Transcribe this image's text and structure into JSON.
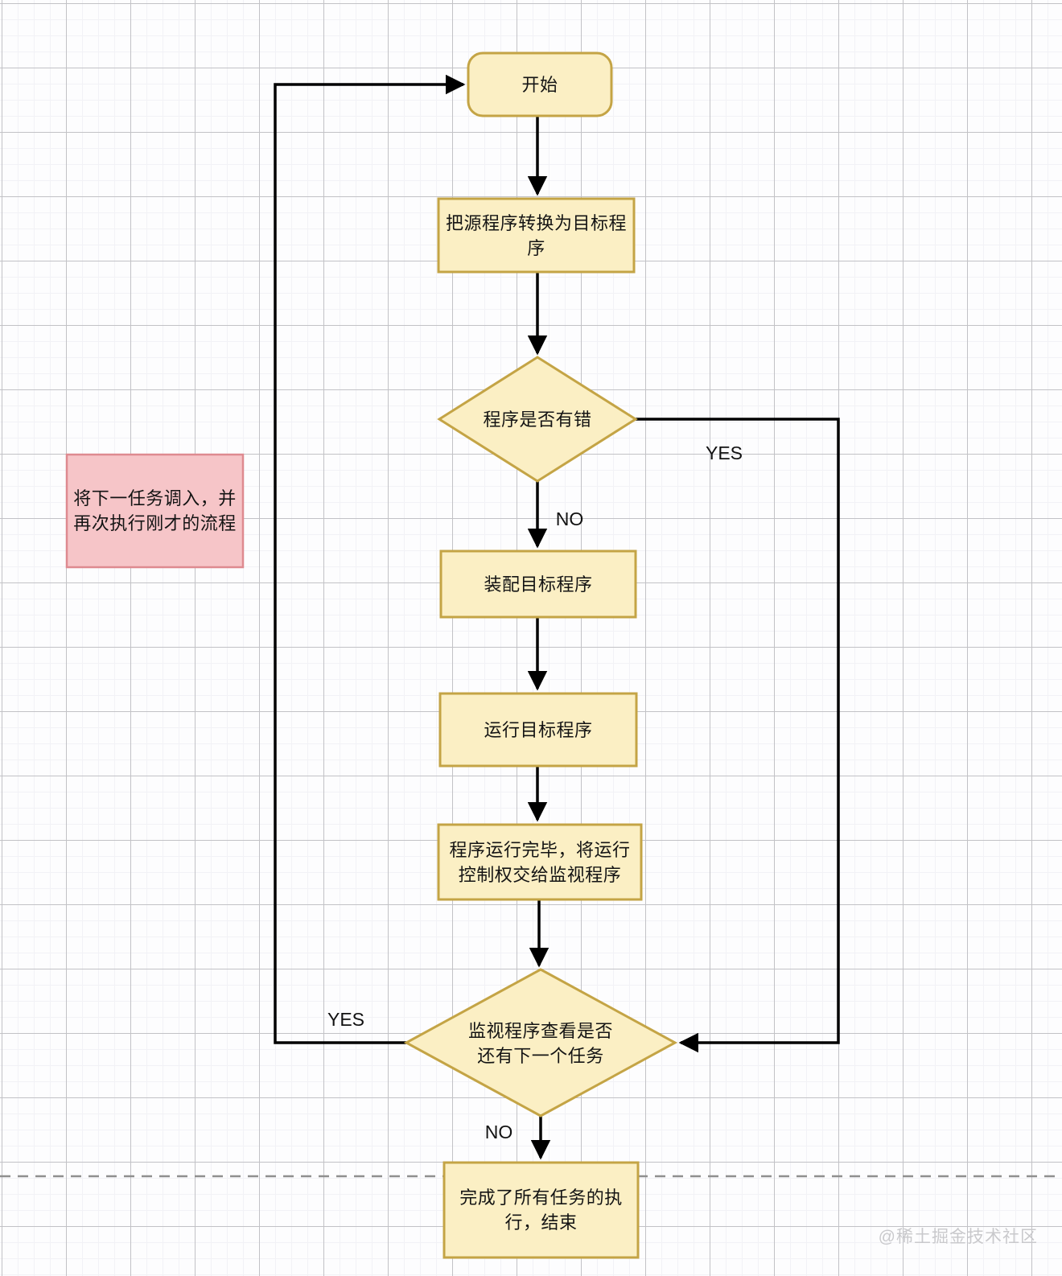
{
  "diagram": {
    "title_hint": "batch-monitor-program-flowchart",
    "nodes": {
      "start": {
        "label": "开始",
        "shape": "rounded-rect"
      },
      "translate": {
        "label": "把源程序转换为目标程\n序",
        "shape": "rect"
      },
      "check_error": {
        "label": "程序是否有错",
        "shape": "diamond"
      },
      "assemble": {
        "label": "装配目标程序",
        "shape": "rect"
      },
      "run": {
        "label": "运行目标程序",
        "shape": "rect"
      },
      "handover": {
        "label": "程序运行完毕，将运行\n控制权交给监视程序",
        "shape": "rect"
      },
      "check_next": {
        "label": "监视程序查看是否\n还有下一个任务",
        "shape": "diamond"
      },
      "finish": {
        "label": "完成了所有任务的执\n行，结束",
        "shape": "rect"
      },
      "note": {
        "label": "将下一任务调入，并\n再次执行刚才的流程",
        "shape": "rect-note"
      }
    },
    "edge_labels": {
      "error_yes": "YES",
      "error_no": "NO",
      "next_yes": "YES",
      "next_no": "NO"
    },
    "colors": {
      "node_fill": "#FBEFC4",
      "node_border": "#C4A445",
      "note_fill": "#F6C5C8",
      "note_border": "#DE8A90",
      "line": "#000000",
      "dashed_line": "#8F8F8F",
      "grid_minor": "#F2F2F6",
      "grid_major": "#C2C2C6",
      "background": "#FDFDFE"
    },
    "watermark": "@稀土掘金技术社区"
  }
}
